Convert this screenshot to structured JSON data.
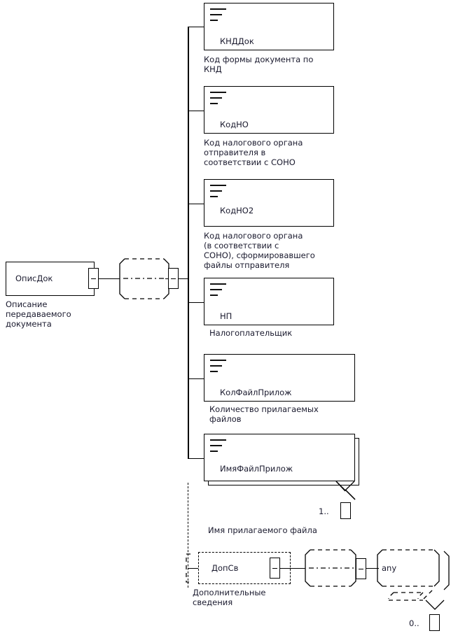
{
  "diagram": {
    "type": "xsd-schema-tree",
    "title": "ОписДок element structure",
    "root": {
      "name": "ОписДок",
      "caption": "Описание\nпередаваемого\nдокумента",
      "toggle": "minus",
      "compositor": "sequence",
      "optional": false
    },
    "children": [
      {
        "name": "КНДДок",
        "caption": "Код формы документа по\nКНД",
        "kind": "attribute",
        "optional": false,
        "repeating": false,
        "cardinality": ""
      },
      {
        "name": "КодНО",
        "caption": "Код налогового органа\nотправителя в\nсоответствии с СОНО",
        "kind": "attribute",
        "optional": false,
        "repeating": false,
        "cardinality": ""
      },
      {
        "name": "КодНО2",
        "caption": "Код налогового органа\n(в соответствии с\nСОНО), сформировавшего\nфайлы отправителя",
        "kind": "attribute",
        "optional": false,
        "repeating": false,
        "cardinality": ""
      },
      {
        "name": "НП",
        "caption": "Налогоплательщик",
        "kind": "attribute",
        "optional": false,
        "repeating": false,
        "cardinality": ""
      },
      {
        "name": "КолФайлПрилож",
        "caption": "Количество прилагаемых\nфайлов",
        "kind": "attribute",
        "optional": false,
        "repeating": false,
        "cardinality": ""
      },
      {
        "name": "ИмяФайлПрилож",
        "caption": "Имя прилагаемого файла",
        "kind": "attribute",
        "optional": false,
        "repeating": true,
        "cardinality": "1.."
      }
    ],
    "optional_branch": {
      "name": "ДопСв",
      "caption": "Дополнительные\nсведения",
      "optional": true,
      "toggle": "minus",
      "compositor": "sequence",
      "child": {
        "name": "any",
        "optional": true,
        "cardinality": "0.."
      }
    }
  }
}
